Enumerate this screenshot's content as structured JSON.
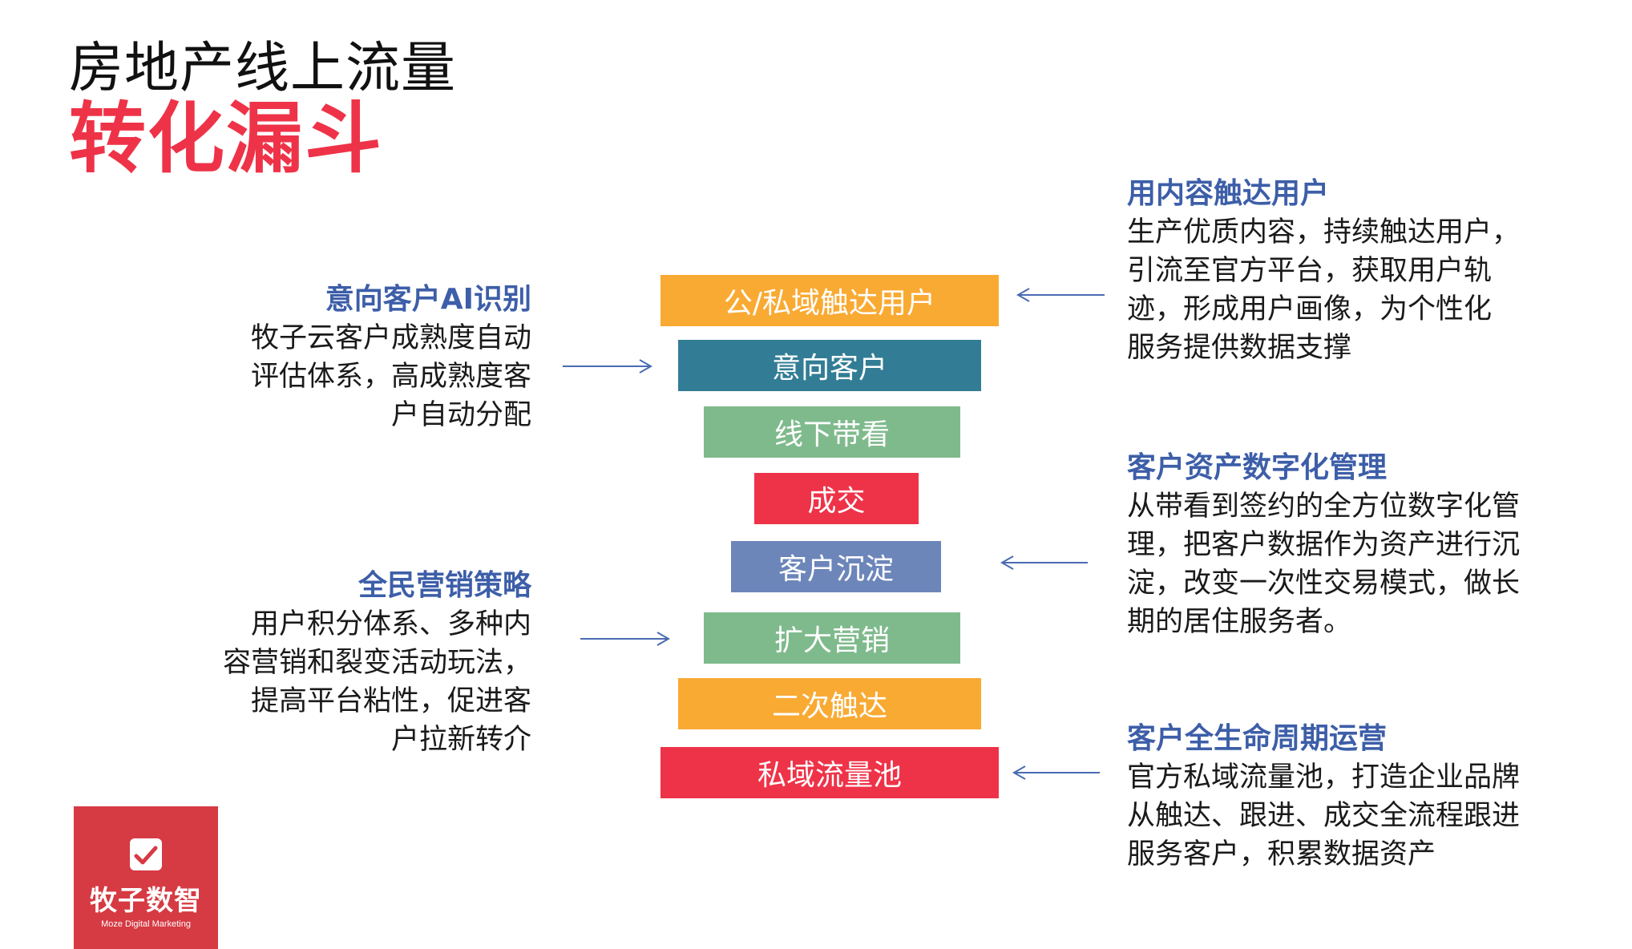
{
  "title": {
    "line1": "房地产线上流量",
    "line2": "转化漏斗",
    "line2_color": "#ee3348"
  },
  "funnel": [
    {
      "label": "公/私域触达用户",
      "color": "#f9aa33"
    },
    {
      "label": "意向客户",
      "color": "#327d95"
    },
    {
      "label": "线下带看",
      "color": "#7fba8c"
    },
    {
      "label": "成交",
      "color": "#ee3348"
    },
    {
      "label": "客户沉淀",
      "color": "#6c86ba"
    },
    {
      "label": "扩大营销",
      "color": "#7fba8c"
    },
    {
      "label": "二次触达",
      "color": "#f9aa33"
    },
    {
      "label": "私域流量池",
      "color": "#ee3348"
    }
  ],
  "left_notes": [
    {
      "heading": "意向客户AI识别",
      "lines": [
        "牧子云客户成熟度自动",
        "评估体系，高成熟度客",
        "户自动分配"
      ]
    },
    {
      "heading": "全民营销策略",
      "lines": [
        "用户积分体系、多种内",
        "容营销和裂变活动玩法，",
        "提高平台粘性，促进客",
        "户拉新转介"
      ]
    }
  ],
  "right_notes": [
    {
      "heading": "用内容触达用户",
      "lines": [
        "生产优质内容，持续触达用户，",
        "引流至官方平台，获取用户轨",
        "迹，形成用户画像，为个性化",
        "服务提供数据支撑"
      ]
    },
    {
      "heading": "客户资产数字化管理",
      "lines": [
        "从带看到签约的全方位数字化管",
        "理，把客户数据作为资产进行沉",
        "淀，改变一次性交易模式，做长",
        "期的居住服务者。"
      ]
    },
    {
      "heading": "客户全生命周期运营",
      "lines": [
        "官方私域流量池，打造企业品牌",
        "从触达、跟进、成交全流程跟进",
        "服务客户，积累数据资产"
      ]
    }
  ],
  "note_heading_color": "#3d5ea8",
  "arrow_color": "#4a6bb3",
  "logo": {
    "name": "牧子数智",
    "subtitle": "Moze Digital Marketing",
    "bg_color": "#d63a43",
    "icon": "chart-check-icon"
  }
}
